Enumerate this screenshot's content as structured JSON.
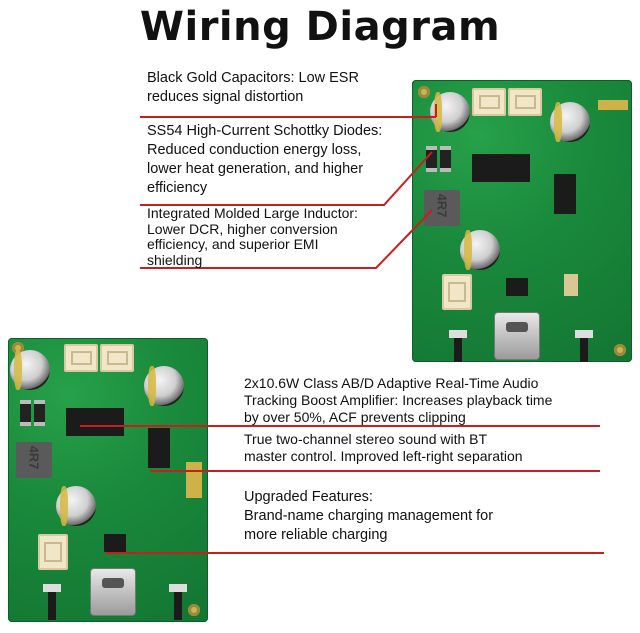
{
  "title": "Wiring Diagram",
  "captions": {
    "capacitors": [
      "Black Gold Capacitors: Low ESR",
      "reduces signal distortion"
    ],
    "diodes": [
      "SS54 High-Current Schottky Diodes:",
      "Reduced conduction energy loss,",
      "lower heat generation, and higher",
      "efficiency"
    ],
    "inductor": [
      "Integrated Molded Large Inductor:",
      "Lower DCR, higher conversion",
      "efficiency, and superior EMI",
      "shielding"
    ],
    "amplifier": [
      "2x10.6W Class AB/D Adaptive Real-Time Audio",
      "Tracking Boost Amplifier: Increases playback time",
      "by over 50%, ACF prevents clipping"
    ],
    "stereo": [
      "True two-channel stereo sound with BT",
      "master control. Improved left-right separation"
    ],
    "upgraded": [
      "Upgraded Features:",
      "Brand-name charging management for",
      "more reliable charging"
    ]
  },
  "inductor_marking": "4R7",
  "colors": {
    "board": "#1a8a3c",
    "leader_line": "#c81e1e"
  }
}
